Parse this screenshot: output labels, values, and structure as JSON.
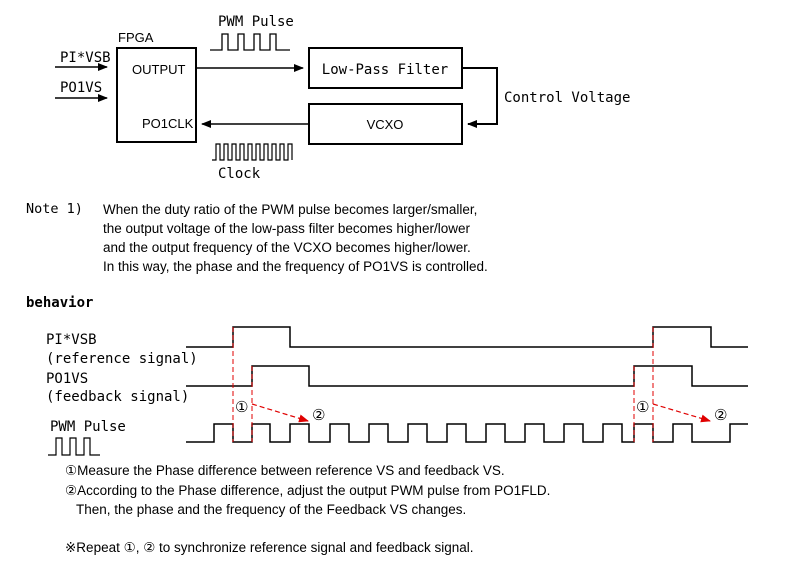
{
  "block_diagram": {
    "fpga_label": "FPGA",
    "inputs": [
      "PI*VSB",
      "PO1VS"
    ],
    "port_output": "OUTPUT",
    "port_clk": "PO1CLK",
    "pwm_label": "PWM Pulse",
    "lpf_label": "Low-Pass Filter",
    "vcxo_label": "VCXO",
    "control_label": "Control Voltage",
    "clock_label": "Clock"
  },
  "note": {
    "label": "Note 1)",
    "lines": [
      "When the duty ratio of the PWM pulse becomes larger/smaller,",
      "the output voltage of the low-pass filter becomes higher/lower",
      "and the output frequency of the VCXO becomes higher/lower.",
      "In this way, the phase and the frequency of PO1VS is controlled."
    ]
  },
  "behavior": {
    "heading": "behavior",
    "signals": {
      "ref_name": "PI*VSB",
      "ref_desc": "(reference signal)",
      "fb_name": "PO1VS",
      "fb_desc": "(feedback signal)",
      "pwm_name": "PWM Pulse"
    },
    "marker1": "①",
    "marker2": "②",
    "explanations": [
      "①Measure the Phase difference between reference VS and feedback VS.",
      "②According to the Phase difference, adjust the output PWM pulse from PO1FLD.",
      "Then, the phase and the frequency of the Feedback VS changes.",
      "※Repeat ①, ② to synchronize reference signal and feedback signal."
    ]
  },
  "colors": {
    "line": "#000000",
    "marker": "#e00000"
  }
}
